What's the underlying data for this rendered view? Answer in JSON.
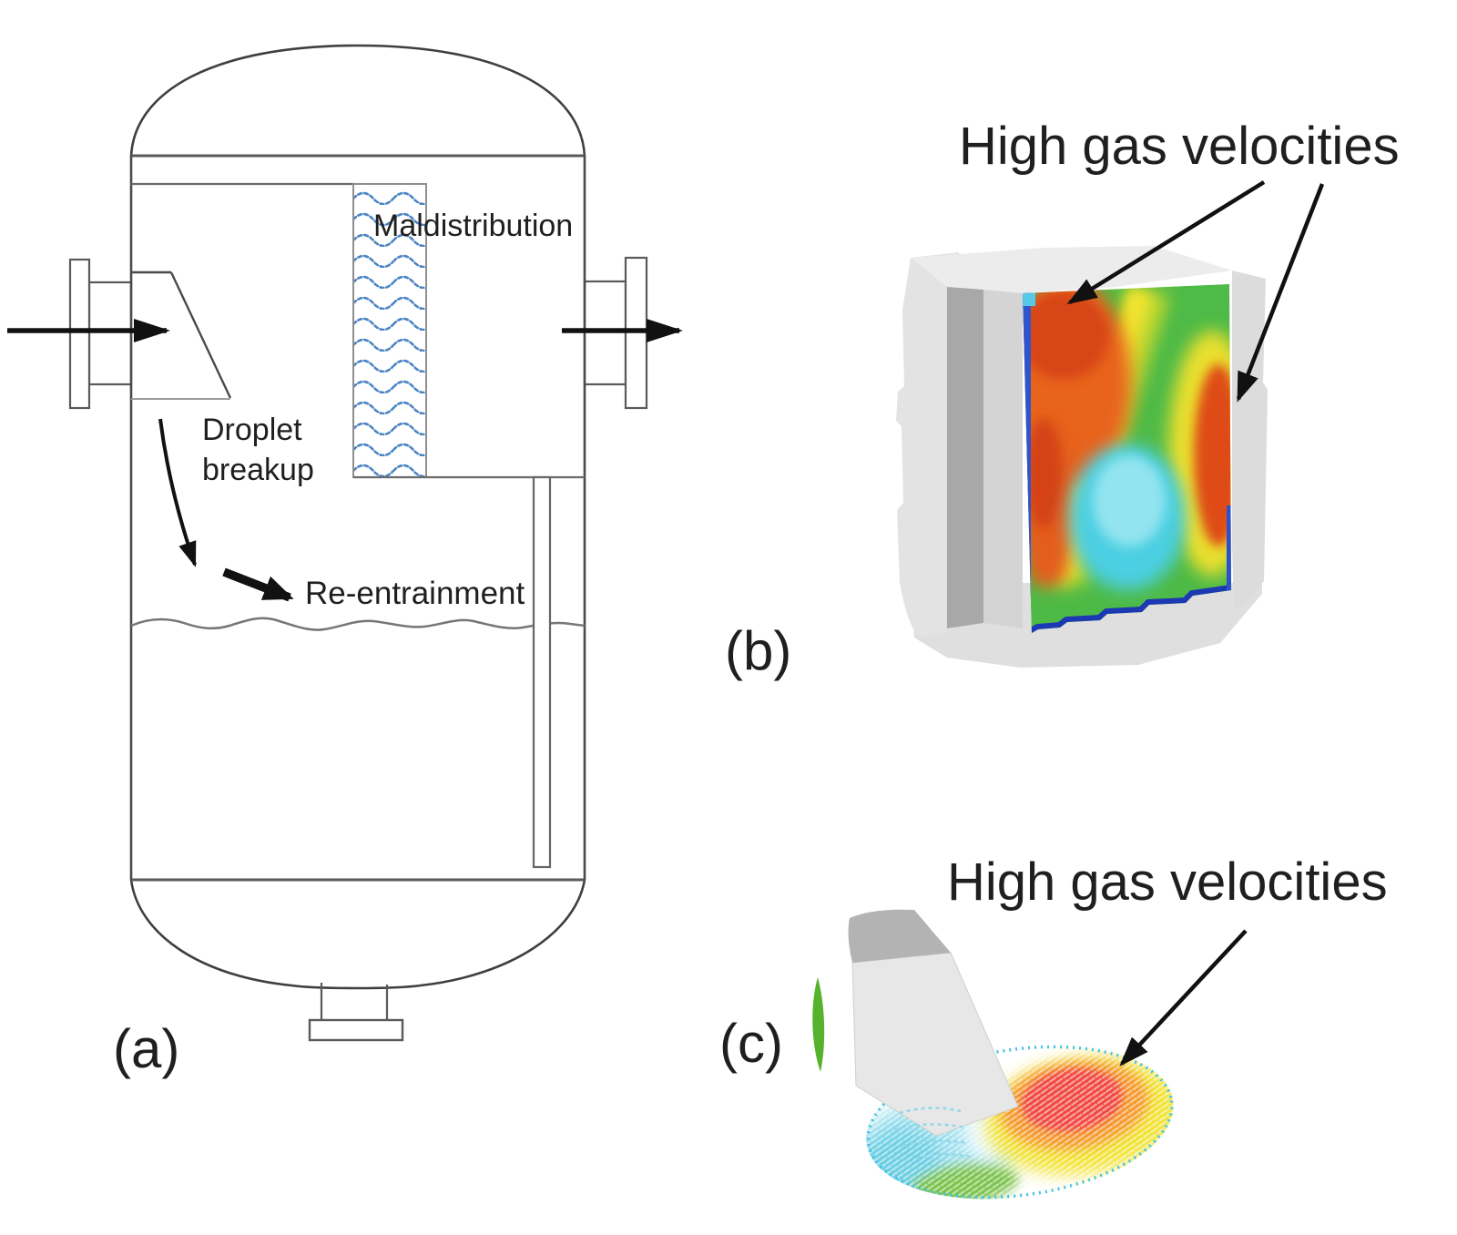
{
  "figure": {
    "panel_a": {
      "label": "(a)",
      "annotation_maldistribution": "Maldistribution",
      "annotation_droplet_line1": "Droplet",
      "annotation_droplet_line2": "breakup",
      "annotation_re_entrainment": "Re-entrainment"
    },
    "panel_b": {
      "label": "(b)",
      "title": "High gas velocities"
    },
    "panel_c": {
      "label": "(c)",
      "title": "High gas velocities"
    },
    "palette": {
      "line_gray": "#4a4a4a",
      "mesh_blue": "#4b84c4",
      "box_light_gray": "#e3e3e3",
      "box_dark_gray": "#a8a8a8",
      "contour_green": "#4eba47",
      "contour_yellow": "#f0e42e",
      "contour_orange": "#e8641d",
      "contour_red": "#d84413",
      "contour_cyan": "#4bcfe2",
      "contour_edge_blue": "#2f55cc",
      "vector_red": "#f14a42",
      "vector_cyan": "#a5e2ef",
      "vector_green": "#7cc34c",
      "inlet_green_accent": "#55b22c"
    }
  }
}
